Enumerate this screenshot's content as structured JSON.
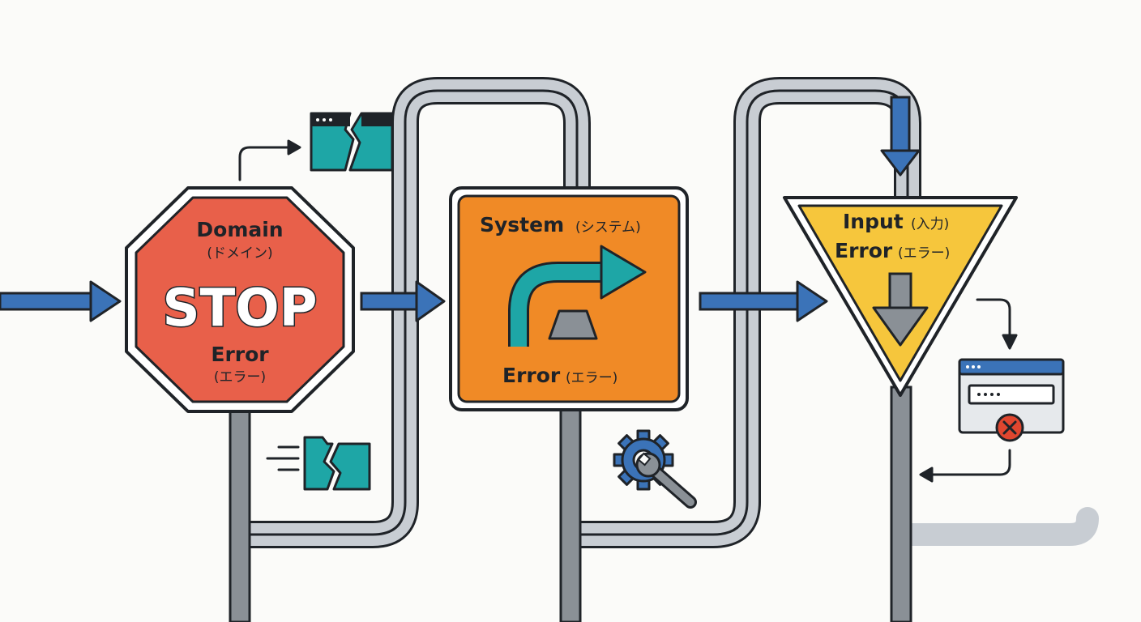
{
  "colors": {
    "background": "#fbfbf9",
    "outline": "#1f2328",
    "pipe": "#c8cdd3",
    "pole": "#8a9096",
    "arrow_blue": "#3b73b8",
    "stop_red": "#e8604a",
    "system_orange": "#f08a26",
    "input_yellow": "#f6c63c",
    "teal": "#1ea6a6",
    "error_red": "#e0462f",
    "gear_blue": "#3b73b8"
  },
  "signs": {
    "domain": {
      "title": "Domain",
      "title_jp": "(ドメイン)",
      "stop": "STOP",
      "error": "Error",
      "error_jp": "(エラー)",
      "icon": "broken-folder-icon"
    },
    "system": {
      "title": "System",
      "title_jp": "(システム)",
      "error": "Error",
      "error_jp": "(エラー)",
      "icon": "detour-arrow-icon"
    },
    "input": {
      "title": "Input",
      "title_jp": "(入力)",
      "error": "Error",
      "error_jp": "(エラー)",
      "icon": "down-arrow-icon"
    }
  },
  "icons": {
    "broken_window": "broken-window-icon",
    "broken_folder": "broken-folder-icon",
    "gear_wrench": "gear-wrench-icon",
    "form_error": "form-error-window-icon"
  }
}
